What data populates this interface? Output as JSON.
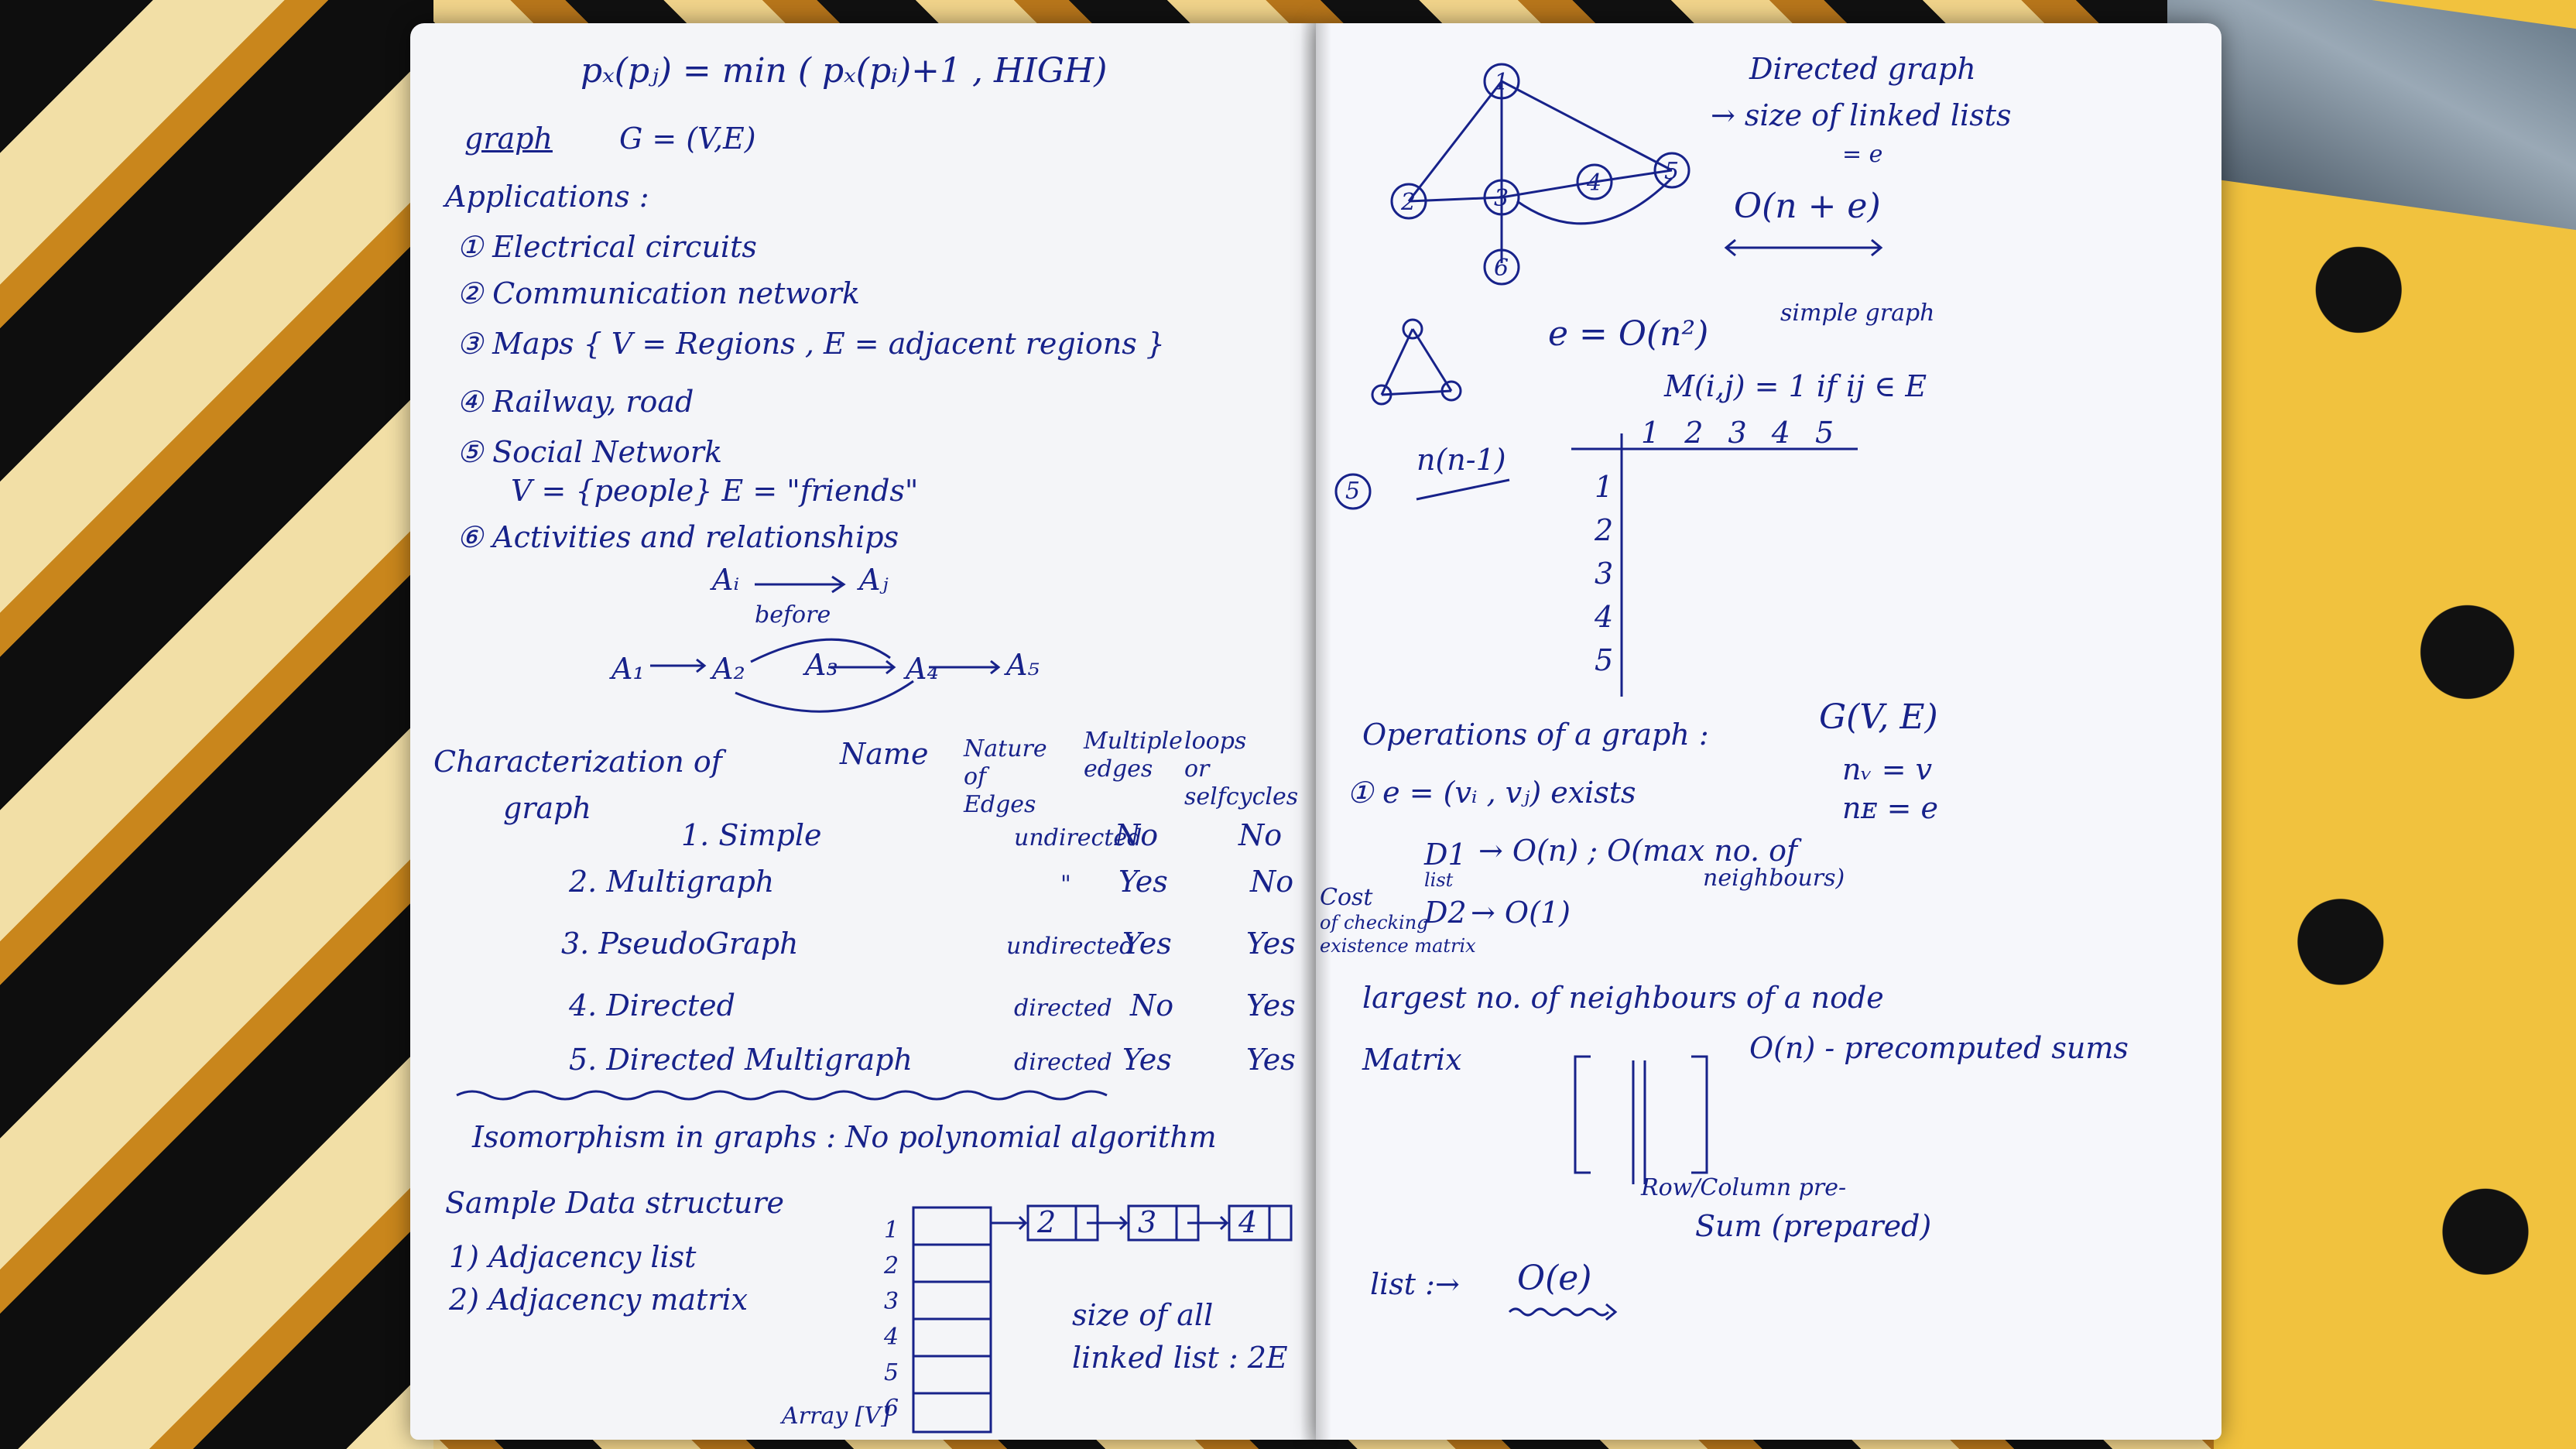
{
  "left_page": {
    "formula": "pₓ(pⱼ) = min ( pₓ(pᵢ)+1 , HIGH)",
    "graph_heading": "graph",
    "graph_def": "G = (V,E)",
    "applications_heading": "Applications :",
    "applications": [
      "① Electrical circuits",
      "② Communication network",
      "③ Maps { V = Regions , E = adjacent regions }",
      "④ Railway, road",
      "⑤ Social Network",
      "V = {people}   E = \"friends\"",
      "⑥ Activities and relationships"
    ],
    "activity_rel": {
      "from": "Aᵢ",
      "to": "Aⱼ",
      "caption": "before"
    },
    "chain_nodes": [
      "A₁",
      "A₂",
      "A₃",
      "A₄",
      "A₅"
    ],
    "characterization_heading": [
      "Characterization of",
      "graph"
    ],
    "table_headers": [
      "Name",
      "Nature of Edges",
      "Multiple edges",
      "loops or selfcycles"
    ],
    "table_rows": [
      {
        "name": "1. Simple",
        "nature": "undirected",
        "multiple": "No",
        "loops": "No"
      },
      {
        "name": "2. Multigraph",
        "nature": "\"",
        "multiple": "Yes",
        "loops": "No"
      },
      {
        "name": "3. PseudoGraph",
        "nature": "undirected",
        "multiple": "Yes",
        "loops": "Yes"
      },
      {
        "name": "4. Directed",
        "nature": "directed",
        "multiple": "No",
        "loops": "Yes"
      },
      {
        "name": "5. Directed Multigraph",
        "nature": "directed",
        "multiple": "Yes",
        "loops": "Yes"
      }
    ],
    "isomorphism": "Isomorphism in graphs : No polynomial algorithm",
    "sample_ds_heading": "Sample Data structure",
    "sample_ds": [
      "1) Adjacency list",
      "2) Adjacency matrix"
    ],
    "array_indices": [
      "1",
      "2",
      "3",
      "4",
      "5",
      "6"
    ],
    "array_label": "Array [V]",
    "linked_nodes": [
      "2",
      "3",
      "4"
    ],
    "linked_size_note": [
      "size of all",
      "linked list : 2E"
    ]
  },
  "right_page": {
    "graph_nodes": [
      "1",
      "2",
      "3",
      "4",
      "5",
      "6"
    ],
    "directed_note": [
      "Directed graph",
      "→ size of linked lists",
      "= e"
    ],
    "complexity_top": "O(n + e)",
    "e_bound": "e = O(n²)",
    "simple_graph": "simple graph",
    "matrix_def": "M(i,j) = 1 if ij ∈ E",
    "circled_five": "5",
    "n_expr": "n(n-1)",
    "matrix_cols": "1 2 3 4 5",
    "matrix_rows": [
      "1",
      "2",
      "3",
      "4",
      "5"
    ],
    "operations_heading": "Operations of a graph :",
    "g_ve": "G(V, E)",
    "nv": "nᵥ = v",
    "ne": "nᴇ = e",
    "op1": "① e = (vᵢ , vⱼ) exists",
    "d1": "D1",
    "d1_sub": "list",
    "d1_cost": "→ O(n) ; O(max no. of",
    "d1_cost2": "neighbours)",
    "cost_note": [
      "Cost",
      "of checking",
      "existence matrix"
    ],
    "d2": "D2",
    "d2_cost": "→ O(1)",
    "largest": "largest no. of neighbours of a node",
    "matrix_word": "Matrix",
    "precomputed": "O(n) - precomputed sums",
    "row_col": "Row/Column pre-",
    "sum_prepared": "Sum (prepared)",
    "list_cost_label": "list :→",
    "list_cost": "O(e)"
  }
}
